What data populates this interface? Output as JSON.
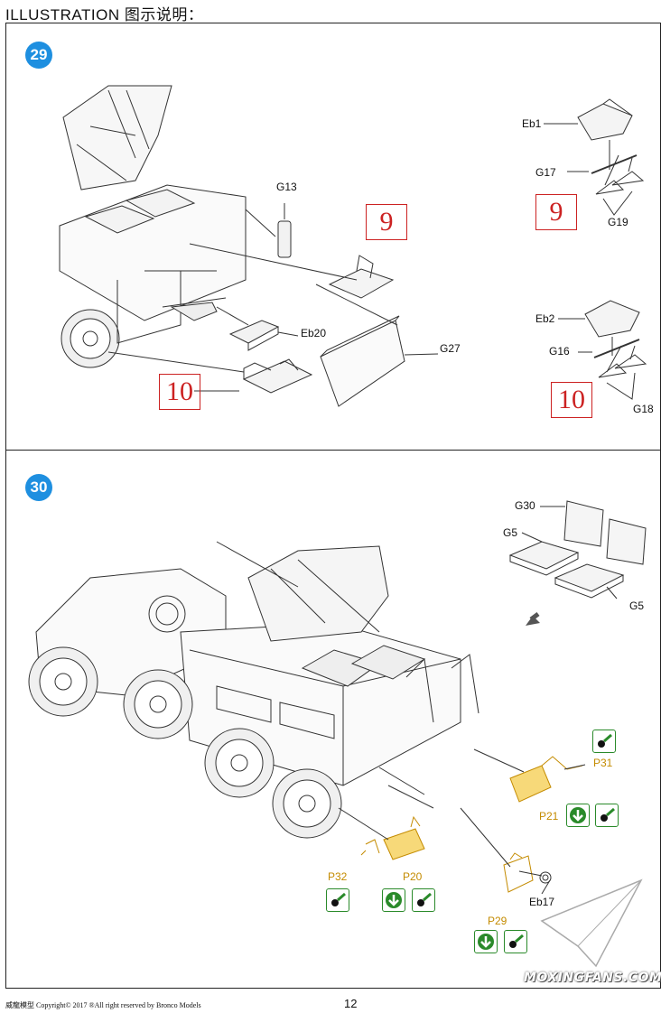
{
  "header": {
    "title": "ILLUSTRATION 图示说明："
  },
  "step29": {
    "number": "29",
    "labels": {
      "g13": "G13",
      "eb20": "Eb20",
      "g27": "G27"
    },
    "callouts": {
      "a": "9",
      "b": "10"
    },
    "detail_top": {
      "eb1": "Eb1",
      "g17": "G17",
      "g19": "G19",
      "callout": "9"
    },
    "detail_bottom": {
      "eb2": "Eb2",
      "g16": "G16",
      "g18": "G18",
      "callout": "10"
    }
  },
  "step30": {
    "number": "30",
    "seat_labels": {
      "g30": "G30",
      "g5a": "G5",
      "g5b": "G5"
    },
    "parts": {
      "p31": "P31",
      "p21": "P21",
      "p32": "P32",
      "p20": "P20",
      "p29": "P29",
      "eb17": "Eb17"
    }
  },
  "footer": {
    "copyright": "威龍模型   Copyright© 2017  ®All right reserved by Bronco Models",
    "page": "12",
    "watermark": "MOXINGFANS.COM"
  }
}
